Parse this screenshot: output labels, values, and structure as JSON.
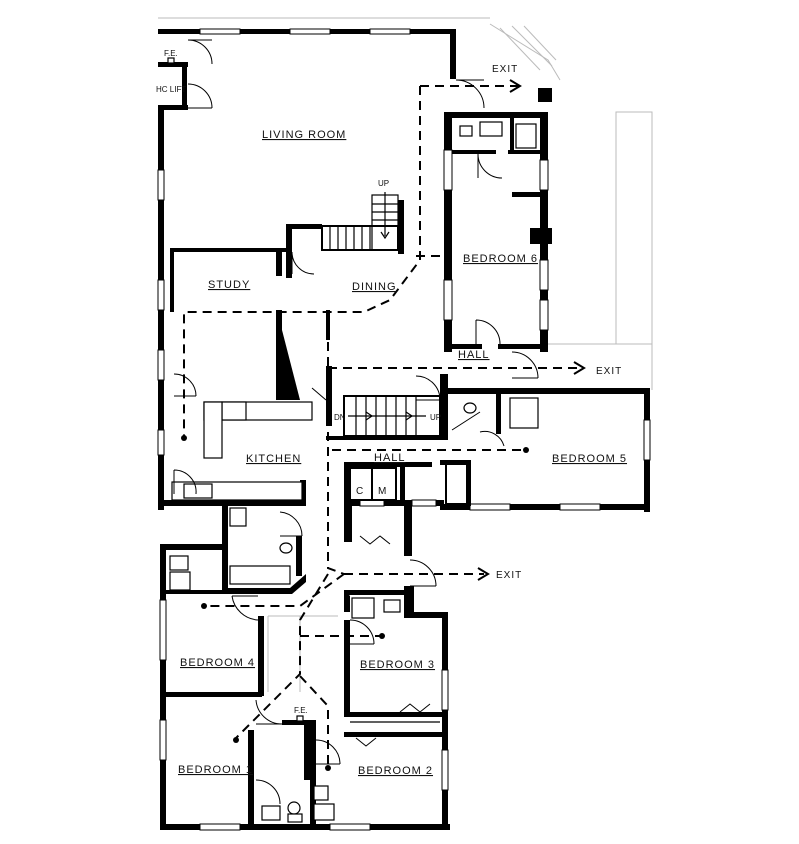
{
  "rooms": {
    "living_room": "LIVING ROOM",
    "bedroom_6": "BEDROOM 6",
    "study": "STUDY",
    "dining": "DINING",
    "kitchen": "KITCHEN",
    "hall_upper": "HALL",
    "hall_center": "HALL",
    "bedroom_5": "BEDROOM 5",
    "bedroom_4": "BEDROOM 4",
    "bedroom_3": "BEDROOM 3",
    "bedroom_1": "BEDROOM 1",
    "bedroom_2": "BEDROOM 2"
  },
  "marks": {
    "exit_top": "EXIT",
    "exit_right": "EXIT",
    "exit_lower": "EXIT",
    "stair_up": "UP",
    "stair_dn": "DN",
    "stair_up_2": "UP",
    "hc_lift": "HC LIFT",
    "fe_top": "F.E.",
    "fe_bottom": "F.E.",
    "closet_c": "C",
    "closet_m": "M"
  },
  "colors": {
    "walls": "#000000",
    "background": "#ffffff",
    "ghost": "#bbbbbb"
  }
}
